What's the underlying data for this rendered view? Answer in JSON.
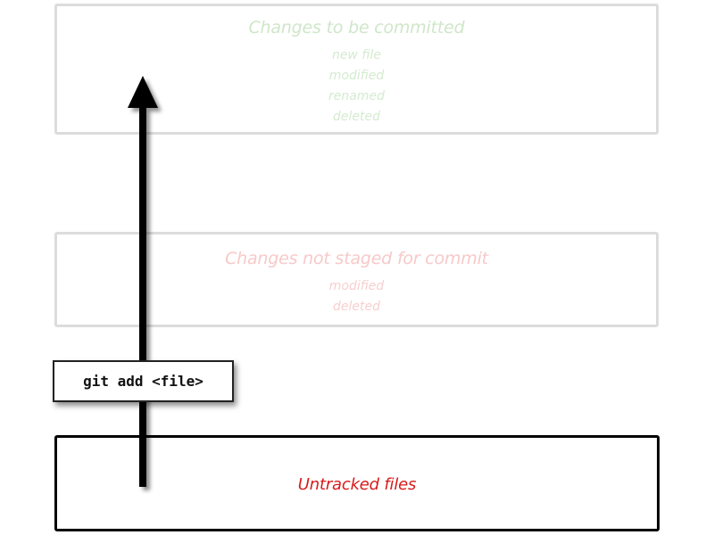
{
  "areas": {
    "staged": {
      "title": "Changes to be committed",
      "items": [
        "new file",
        "modified",
        "renamed",
        "deleted"
      ]
    },
    "unstaged": {
      "title": "Changes not staged for commit",
      "items": [
        "modified",
        "deleted"
      ]
    },
    "untracked": {
      "title": "Untracked files"
    }
  },
  "command": {
    "label": "git add <file>"
  },
  "colors": {
    "staged_text": "#cfe6c9",
    "unstaged_text": "#f7c9c9",
    "untracked_text": "#d81a1a",
    "inactive_border": "#dcdcdc",
    "active_border": "#000000",
    "arrow": "#000000"
  }
}
